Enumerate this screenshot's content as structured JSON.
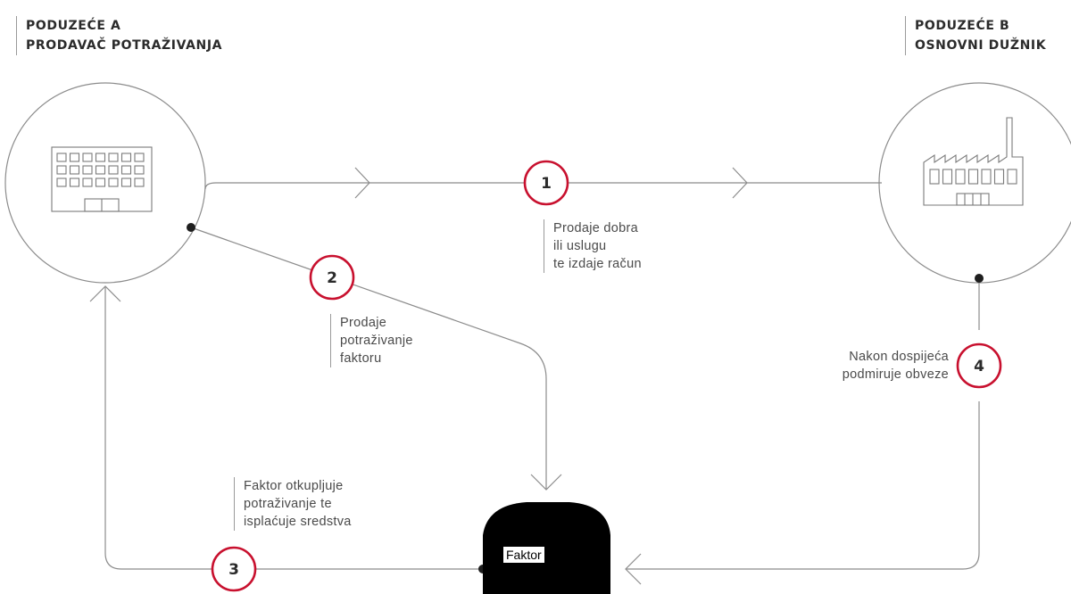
{
  "company_a": {
    "line1": "PODUZEĆE A",
    "line2": "PRODAVAČ POTRAŽIVANJA"
  },
  "company_b": {
    "line1": "PODUZEĆE B",
    "line2": "OSNOVNI DUŽNIK"
  },
  "steps": [
    {
      "number": "1",
      "text": [
        "Prodaje dobra",
        "ili uslugu",
        "te izdaje račun"
      ]
    },
    {
      "number": "2",
      "text": [
        "Prodaje",
        "potraživanje",
        "faktoru"
      ]
    },
    {
      "number": "3",
      "text": [
        "Faktor otkupljuje",
        "potraživanje te",
        "isplaćuje sredstva"
      ]
    },
    {
      "number": "4",
      "text": [
        "Nakon dospijeća",
        "podmiruje obveze"
      ]
    }
  ],
  "factor": {
    "label": "Faktor"
  },
  "colors": {
    "accent_red": "#c8102e",
    "line_gray": "#8c8c8c",
    "icon_gray": "#7a7a7a",
    "factor_fill": "#000000"
  },
  "icons": {
    "company_a": "office-building-icon",
    "company_b": "factory-icon"
  }
}
